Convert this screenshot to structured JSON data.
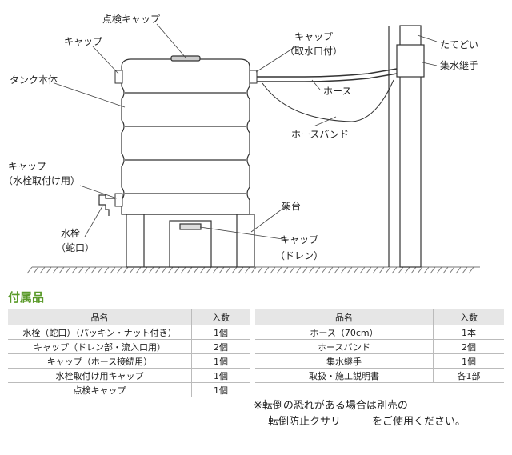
{
  "labels": {
    "inspection_cap": "点検キャップ",
    "cap": "キャップ",
    "cap_intake": "キャップ",
    "intake_paren": "（取水口付）",
    "downspout": "たてどい",
    "collector_joint": "集水継手",
    "tank_body": "タンク本体",
    "hose": "ホース",
    "hose_band": "ホースバンド",
    "cap_faucet": "キャップ",
    "faucet_mount_paren": "（水栓取付け用）",
    "stand": "架台",
    "faucet": "水栓",
    "faucet_paren": "（蛇口）",
    "cap_drain": "キャップ",
    "drain_paren": "（ドレン）"
  },
  "accessories": {
    "title": "付属品",
    "headers": {
      "name": "品名",
      "qty": "入数"
    },
    "left": [
      {
        "name": "水栓（蛇口）（パッキン・ナット付き）",
        "qty": "1個"
      },
      {
        "name": "キャップ（ドレン部・流入口用）",
        "qty": "2個"
      },
      {
        "name": "キャップ（ホース接続用）",
        "qty": "1個"
      },
      {
        "name": "水栓取付け用キャップ",
        "qty": "1個"
      },
      {
        "name": "点検キャップ",
        "qty": "1個"
      }
    ],
    "right": [
      {
        "name": "ホース（70cm）",
        "qty": "1本"
      },
      {
        "name": "ホースバンド",
        "qty": "2個"
      },
      {
        "name": "集水継手",
        "qty": "1個"
      },
      {
        "name": "取扱・施工説明書",
        "qty": "各1部"
      }
    ]
  },
  "note": {
    "line1": "※転倒の恐れがある場合は別売の",
    "line2": "転倒防止クサリ　　　をご使用ください。"
  }
}
